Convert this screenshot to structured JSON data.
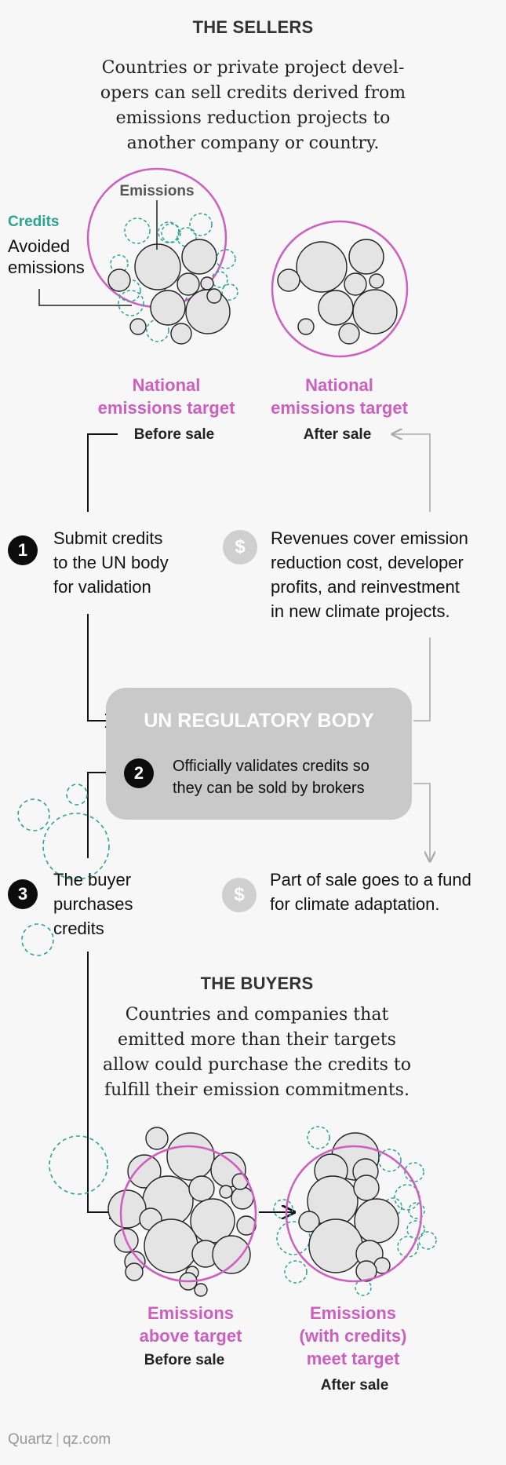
{
  "sellers": {
    "heading": "THE SELLERS",
    "intro_lines": [
      "Countries or private project devel-",
      "opers can sell credits derived from",
      "emissions reduction projects to",
      "another company or country."
    ],
    "label_emissions": "Emissions",
    "label_credits": "Credits",
    "label_avoided_lines": [
      "Avoided",
      "emissions"
    ],
    "target_before_lines": [
      "National",
      "emissions target"
    ],
    "target_after_lines": [
      "National",
      "emissions target"
    ],
    "before_sale": "Before sale",
    "after_sale": "After sale"
  },
  "steps": {
    "step1_number": "1",
    "step1_lines": [
      "Submit credits",
      "to the UN body",
      "for validation"
    ],
    "revenue_symbol": "$",
    "revenue_lines": [
      "Revenues cover emission",
      "reduction cost, developer",
      "profits, and reinvestment",
      "in new climate projects."
    ],
    "un_title": "UN REGULATORY BODY",
    "step2_number": "2",
    "step2_lines": [
      "Officially validates credits so",
      "they can be sold by brokers"
    ],
    "step3_number": "3",
    "step3_lines": [
      "The buyer",
      "purchases",
      "credits"
    ],
    "fund_symbol": "$",
    "fund_lines": [
      "Part of sale goes to a fund",
      "for climate adaptation."
    ]
  },
  "buyers": {
    "heading": "THE BUYERS",
    "intro_lines": [
      "Countries and companies that",
      "emitted more than their targets",
      "allow could purchase the credits to",
      "fulfill their emission commitments."
    ],
    "above_lines": [
      "Emissions",
      "above target"
    ],
    "before_sale": "Before sale",
    "meet_lines": [
      "Emissions",
      "(with credits)",
      "meet target"
    ],
    "after_sale": "After sale"
  },
  "footer": {
    "brand": "Quartz",
    "separator": "|",
    "site": "qz.com"
  },
  "colors": {
    "pink": "#cc5fc0",
    "teal": "#2aa493",
    "circle_fill": "#e4e4e4",
    "circle_stroke": "#222222",
    "box_gray": "#c9c9c9"
  }
}
